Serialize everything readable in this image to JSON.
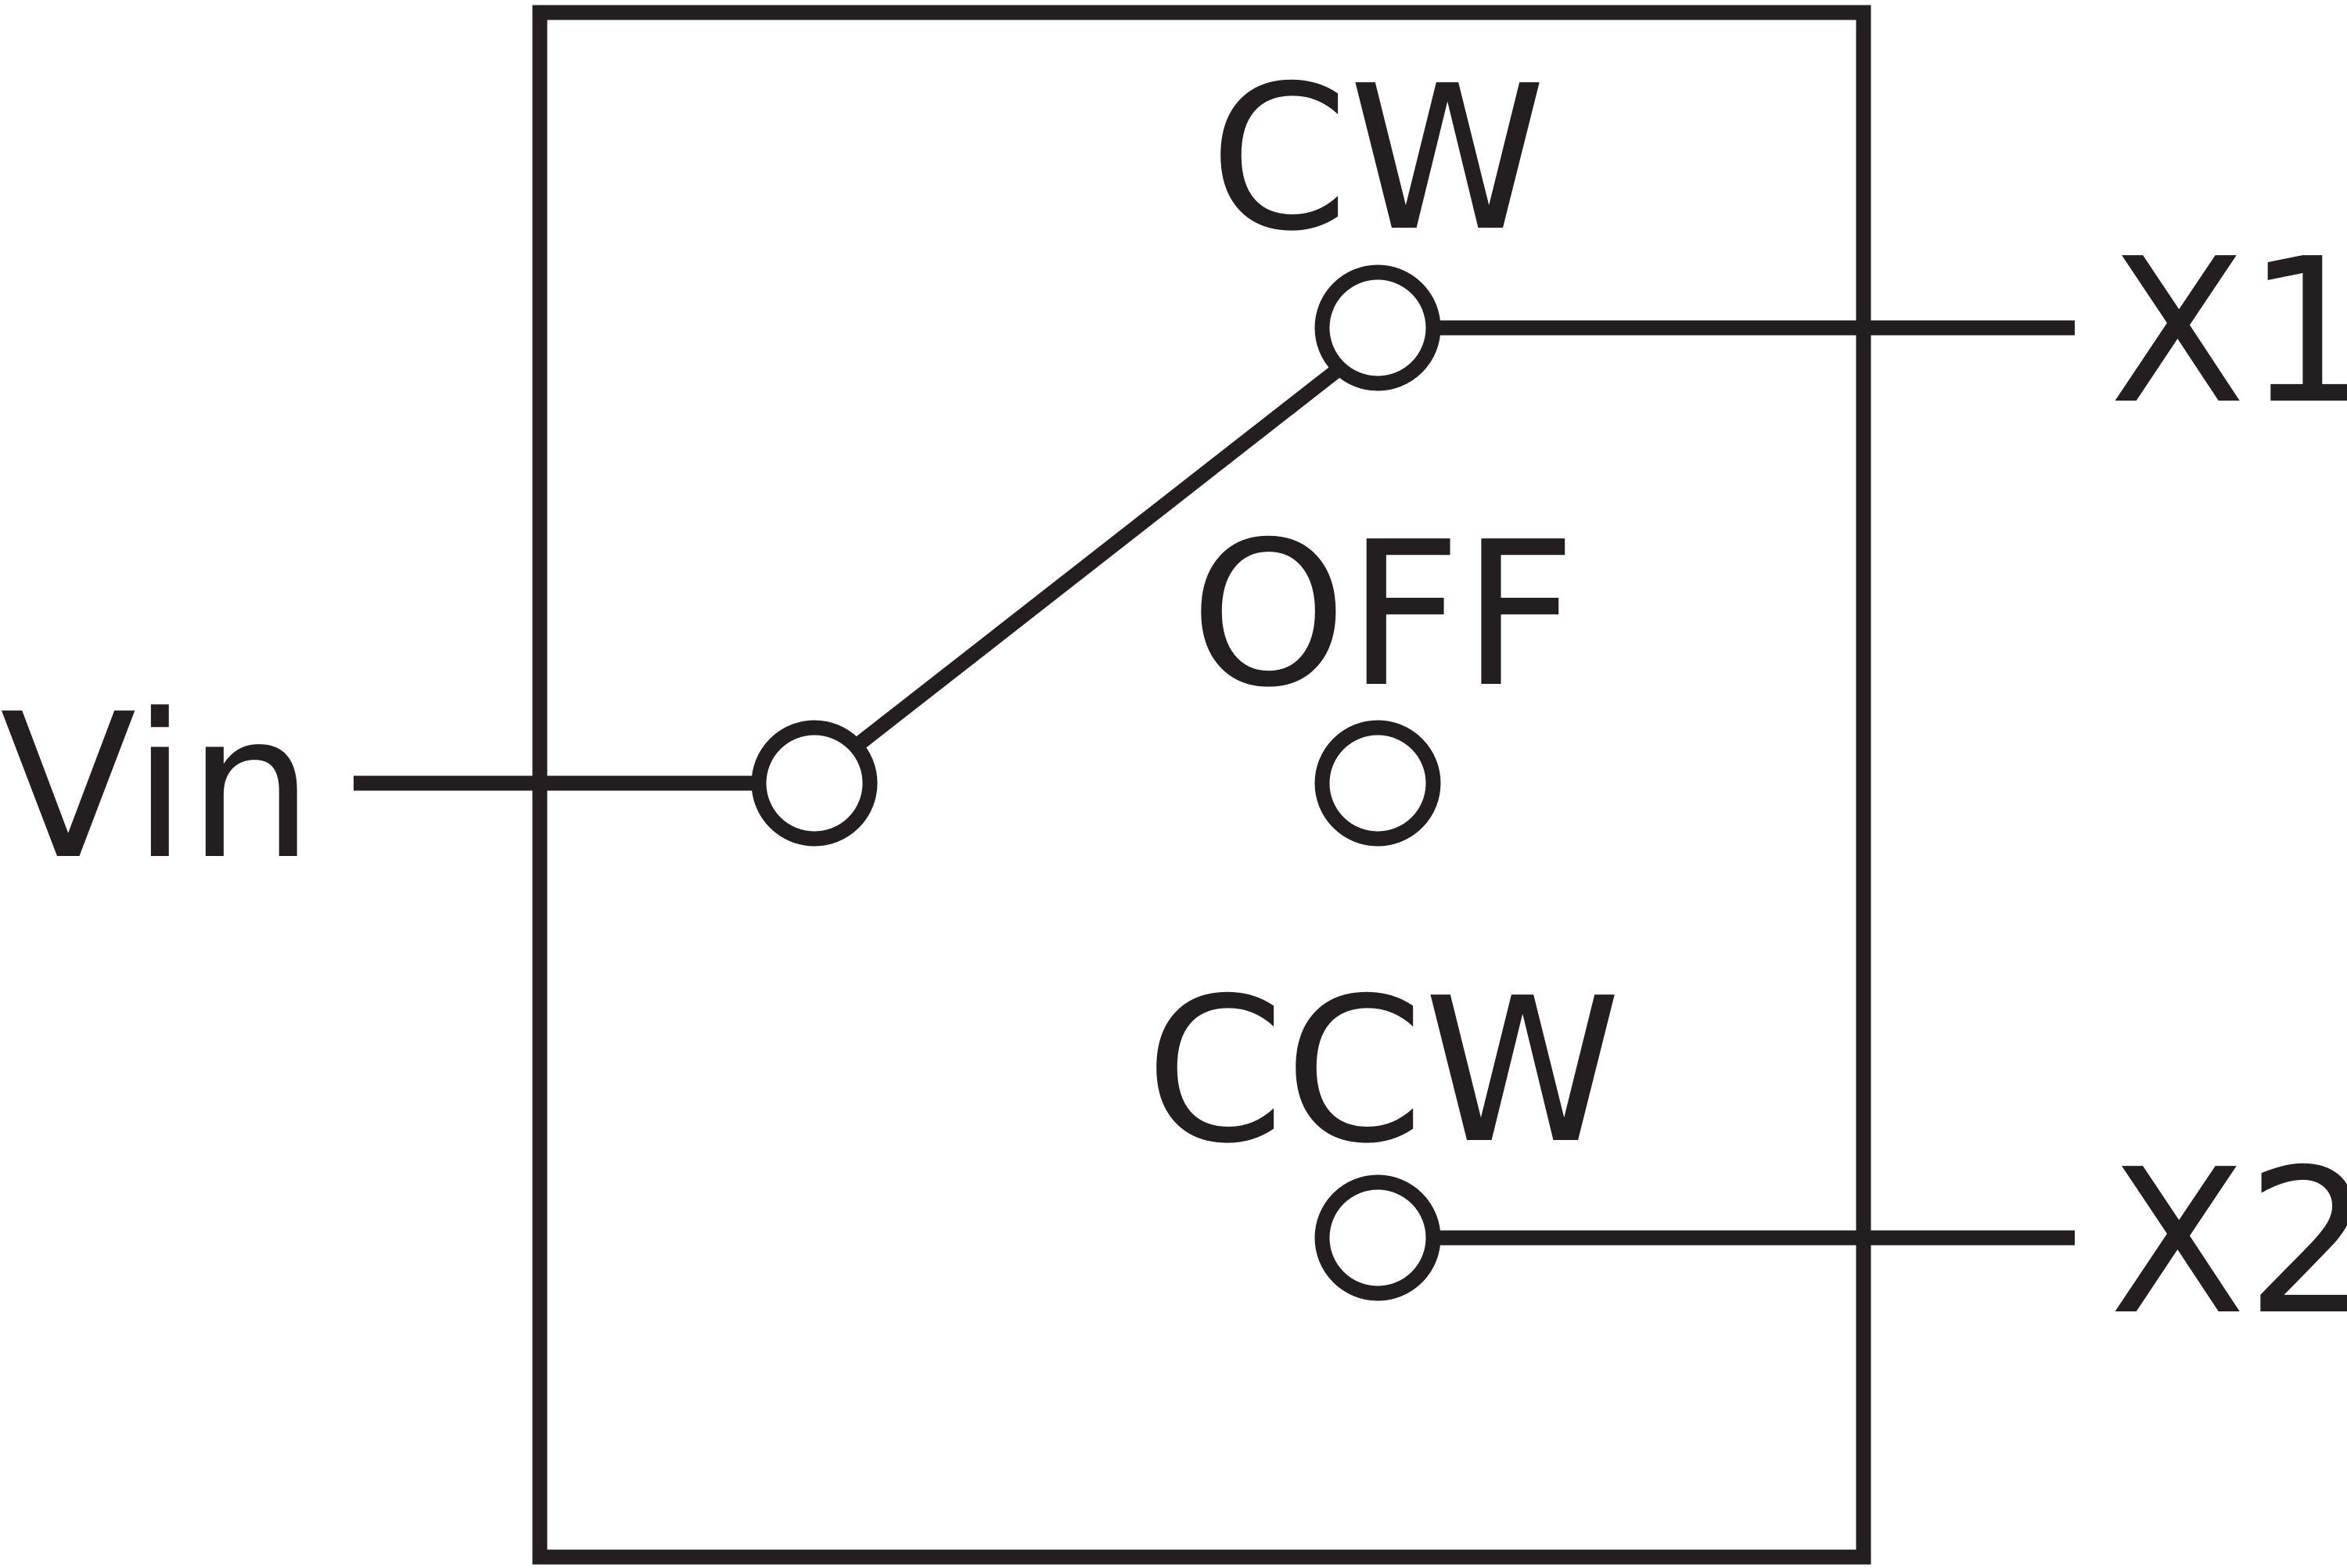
{
  "diagram": {
    "labels": {
      "input": "Vin",
      "cw": "CW",
      "off": "OFF",
      "ccw": "CCW",
      "output1": "X1",
      "output2": "X2"
    },
    "switch_position": "CW",
    "colors": {
      "line": "#231f20",
      "background": "#ffffff"
    }
  }
}
